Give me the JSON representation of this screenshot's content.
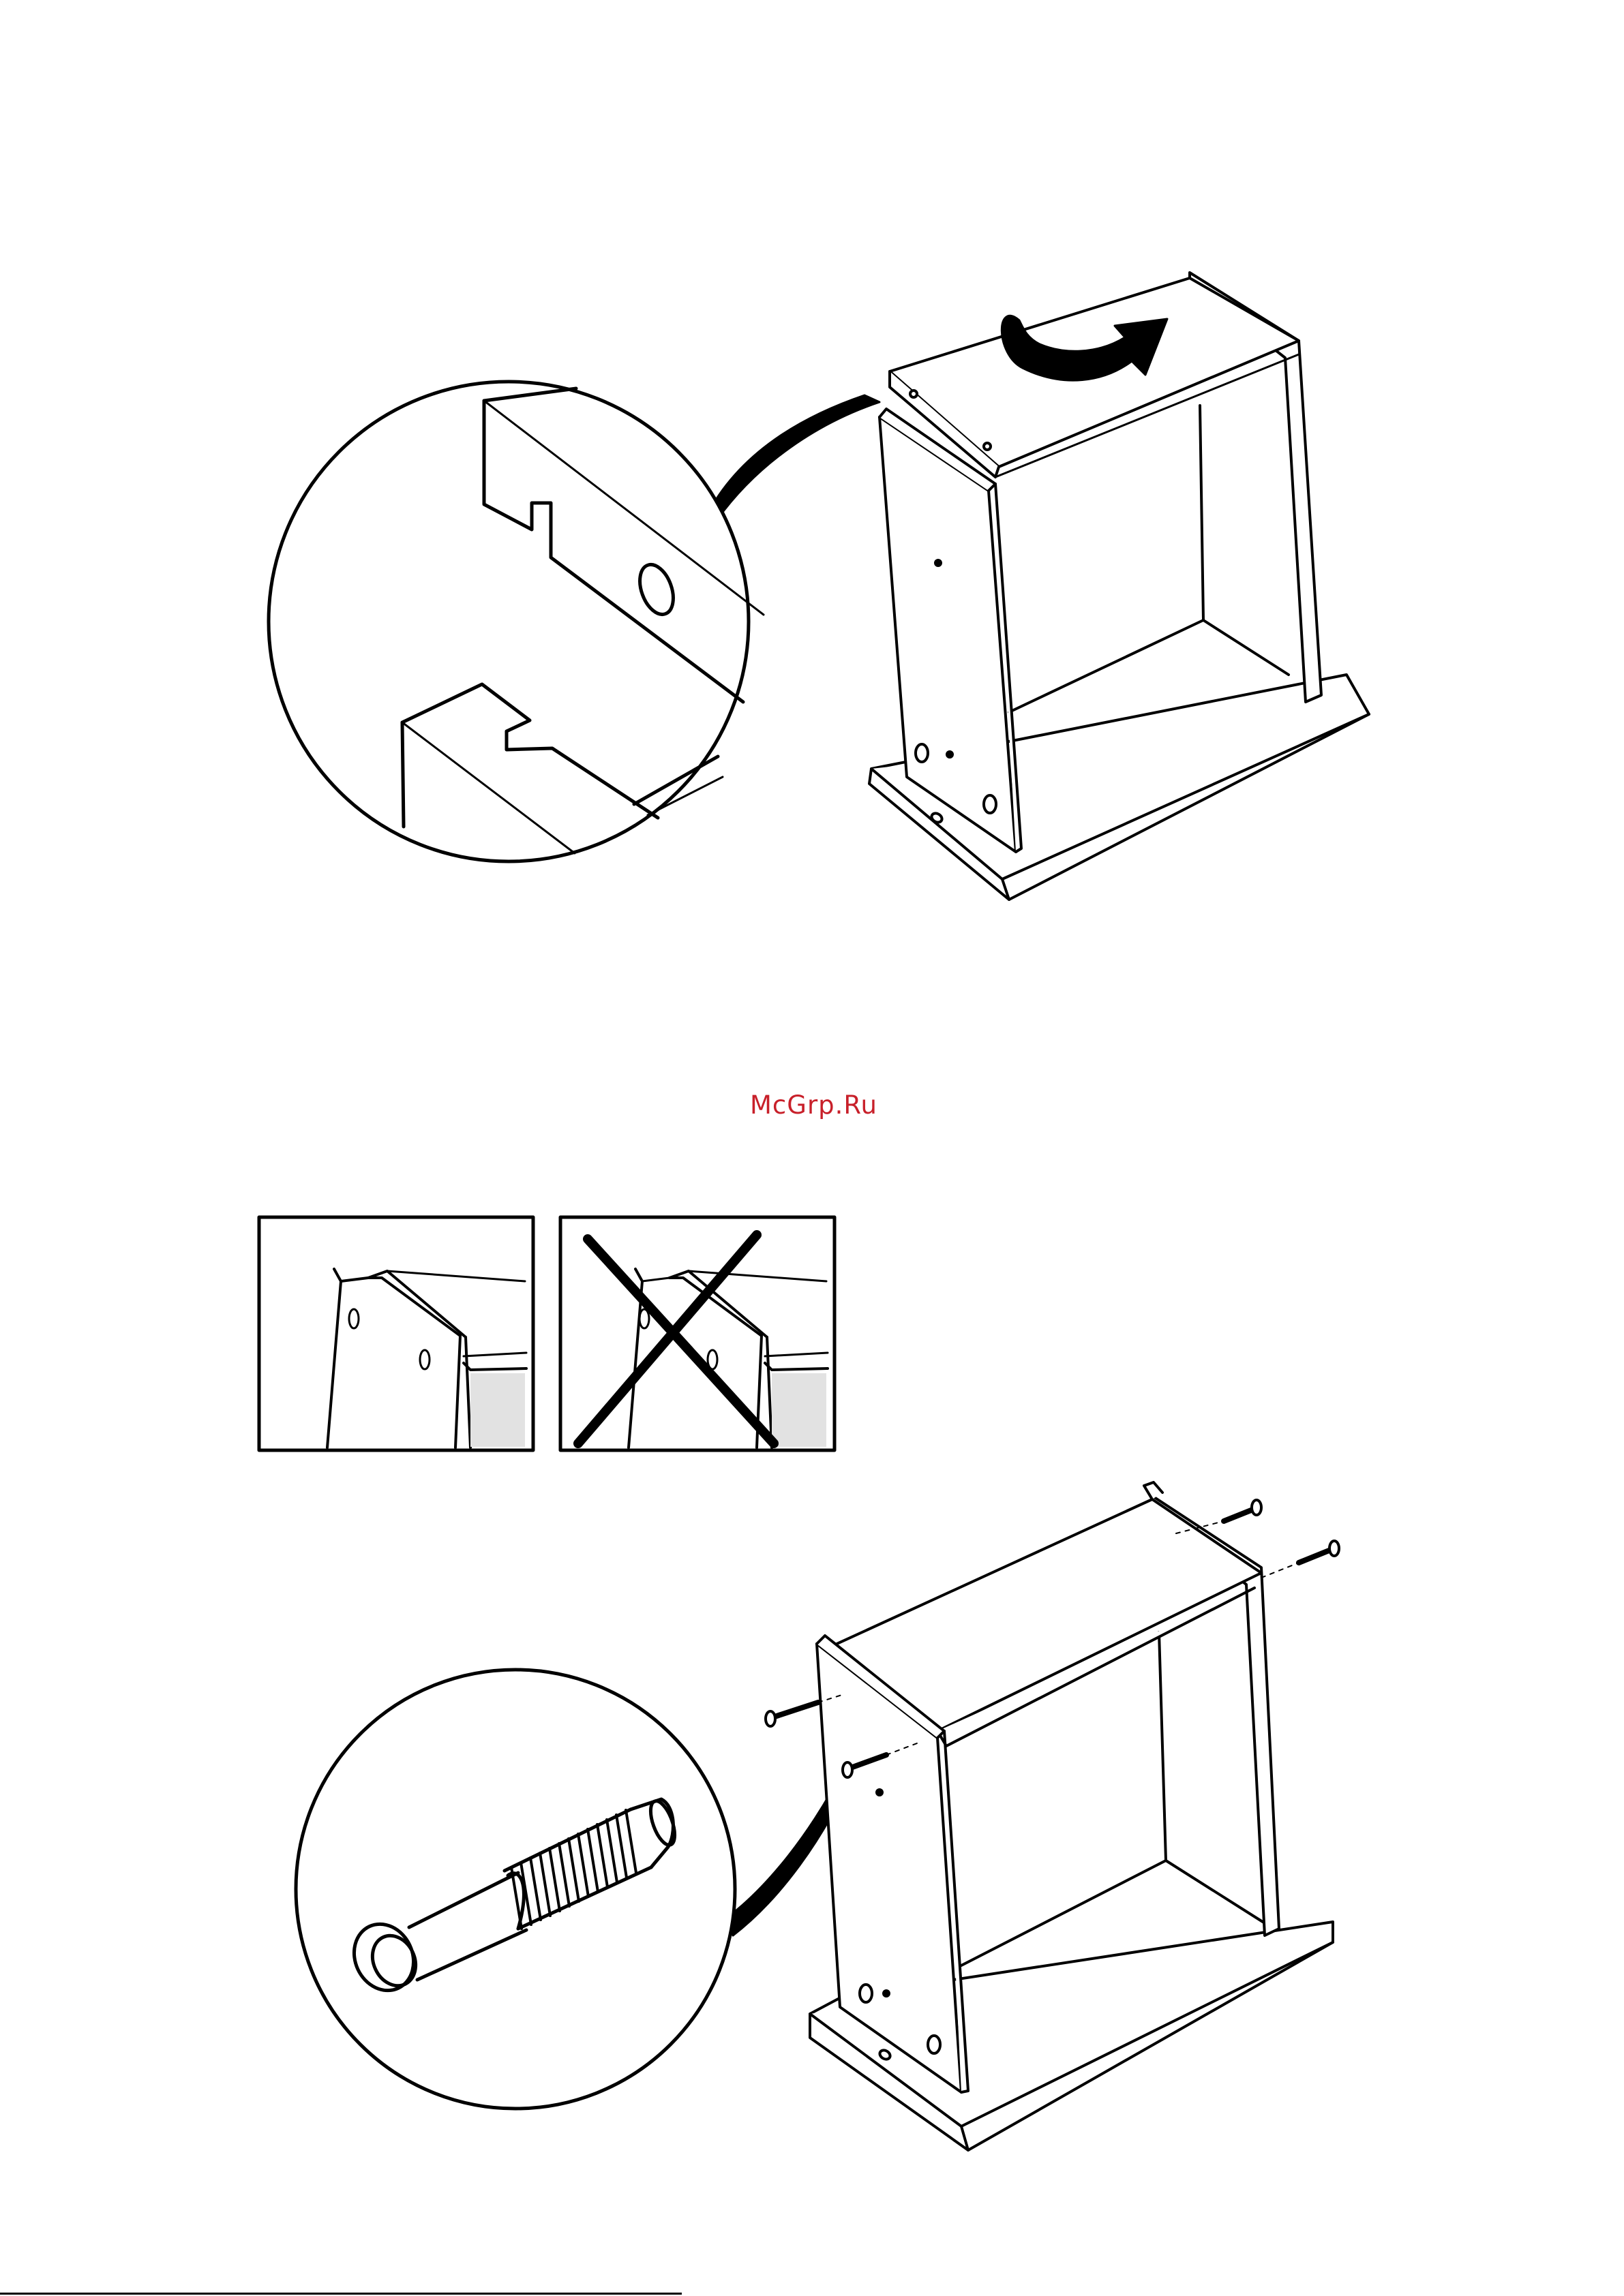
{
  "watermark": {
    "text": "McGrp.Ru",
    "color": "#c8202a"
  },
  "colors": {
    "line": "#000000",
    "paper": "#ffffff",
    "shade": "#e2e2e2"
  },
  "steps": [
    {
      "id": "attach-top-panel",
      "icons": [
        "rotate-arrow-icon",
        "detail-magnifier-icon"
      ]
    },
    {
      "id": "orientation-check",
      "icons": [
        "correct-orientation-icon",
        "incorrect-orientation-icon",
        "cross-icon"
      ]
    },
    {
      "id": "insert-dowels",
      "icons": [
        "dowel-icon",
        "detail-magnifier-icon"
      ]
    }
  ]
}
